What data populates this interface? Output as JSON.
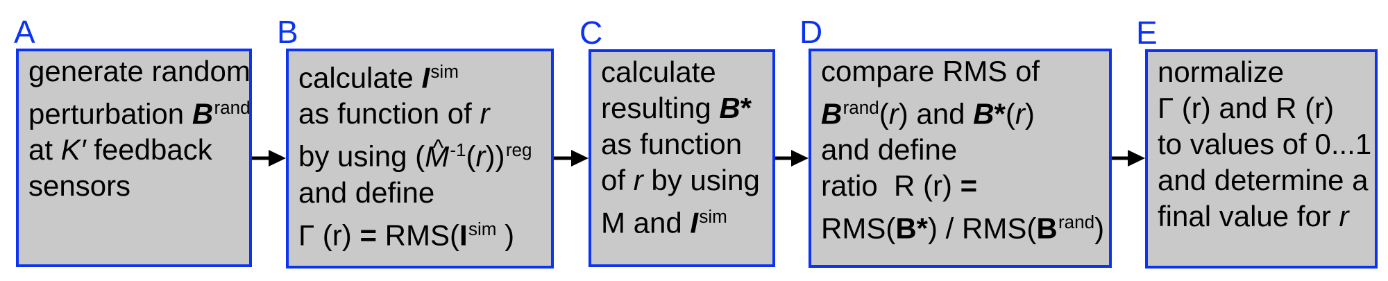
{
  "figure": {
    "type": "flowchart",
    "description": "five-step algorithm flow diagram, steps A to E connected by right-pointing arrows"
  },
  "colors": {
    "box_border": "#0b33f0",
    "box_fill": "#c9c9c9",
    "label_text": "#0b33f0",
    "body_text": "#000000",
    "arrow": "#000000",
    "background": "#ffffff"
  },
  "boxes": [
    {
      "label": "A",
      "lines": [
        [
          {
            "t": "generate random",
            "s": "n"
          }
        ],
        [
          {
            "t": "perturbation ",
            "s": "n"
          },
          {
            "t": "B",
            "s": "bi"
          },
          {
            "t": "rand",
            "s": "sup"
          }
        ],
        [
          {
            "t": "at ",
            "s": "n"
          },
          {
            "t": "K′ ",
            "s": "i"
          },
          {
            "t": "feedback",
            "s": "n"
          }
        ],
        [
          {
            "t": "sensors",
            "s": "n"
          }
        ]
      ]
    },
    {
      "label": "B",
      "lines": [
        [
          {
            "t": "calculate ",
            "s": "n"
          },
          {
            "t": "I",
            "s": "bi"
          },
          {
            "t": "sim",
            "s": "sup"
          }
        ],
        [
          {
            "t": "as function of ",
            "s": "n"
          },
          {
            "t": "r",
            "s": "i"
          }
        ],
        [
          {
            "t": "by using (",
            "s": "n"
          },
          {
            "t": "M",
            "s": "ihat"
          },
          {
            "t": "-1",
            "s": "sup"
          },
          {
            "t": "(",
            "s": "n"
          },
          {
            "t": "r",
            "s": "i"
          },
          {
            "t": "))",
            "s": "n"
          },
          {
            "t": "reg",
            "s": "sup"
          }
        ],
        [
          {
            "t": "and define",
            "s": "n"
          }
        ],
        [
          {
            "t": "Γ (r) ",
            "s": "n"
          },
          {
            "t": "=",
            "s": "b"
          },
          {
            "t": " RMS(",
            "s": "n"
          },
          {
            "t": "I",
            "s": "b"
          },
          {
            "t": "sim",
            "s": "sup"
          },
          {
            "t": " )",
            "s": "n"
          }
        ]
      ]
    },
    {
      "label": "C",
      "lines": [
        [
          {
            "t": "calculate",
            "s": "n"
          }
        ],
        [
          {
            "t": "resulting ",
            "s": "n"
          },
          {
            "t": "B",
            "s": "bi"
          },
          {
            "t": "*",
            "s": "b"
          }
        ],
        [
          {
            "t": "as function",
            "s": "n"
          }
        ],
        [
          {
            "t": "of ",
            "s": "n"
          },
          {
            "t": "r",
            "s": "i"
          },
          {
            "t": " by using",
            "s": "n"
          }
        ],
        [
          {
            "t": "M and ",
            "s": "n"
          },
          {
            "t": "I",
            "s": "bi"
          },
          {
            "t": "sim",
            "s": "sup"
          }
        ]
      ]
    },
    {
      "label": "D",
      "lines": [
        [
          {
            "t": "compare RMS of",
            "s": "n"
          }
        ],
        [
          {
            "t": "B",
            "s": "bi"
          },
          {
            "t": "rand",
            "s": "sup"
          },
          {
            "t": "(",
            "s": "n"
          },
          {
            "t": "r",
            "s": "i"
          },
          {
            "t": ") and ",
            "s": "n"
          },
          {
            "t": "B",
            "s": "bi"
          },
          {
            "t": "*",
            "s": "b"
          },
          {
            "t": "(",
            "s": "n"
          },
          {
            "t": "r",
            "s": "i"
          },
          {
            "t": ")",
            "s": "n"
          }
        ],
        [
          {
            "t": "and define",
            "s": "n"
          }
        ],
        [
          {
            "t": "ratio  R (r) ",
            "s": "n"
          },
          {
            "t": "=",
            "s": "b"
          }
        ],
        [
          {
            "t": "RMS(",
            "s": "n"
          },
          {
            "t": "B*",
            "s": "b"
          },
          {
            "t": ") / RMS(",
            "s": "n"
          },
          {
            "t": "B",
            "s": "b"
          },
          {
            "t": "rand",
            "s": "sup"
          },
          {
            "t": ")",
            "s": "n"
          }
        ]
      ]
    },
    {
      "label": "E",
      "lines": [
        [
          {
            "t": "normalize",
            "s": "n"
          }
        ],
        [
          {
            "t": "Γ (r) and R (r)",
            "s": "n"
          }
        ],
        [
          {
            "t": "to values of 0...1",
            "s": "n"
          }
        ],
        [
          {
            "t": "and determine a",
            "s": "n"
          }
        ],
        [
          {
            "t": "final value for ",
            "s": "n"
          },
          {
            "t": "r",
            "s": "i"
          }
        ]
      ]
    }
  ]
}
